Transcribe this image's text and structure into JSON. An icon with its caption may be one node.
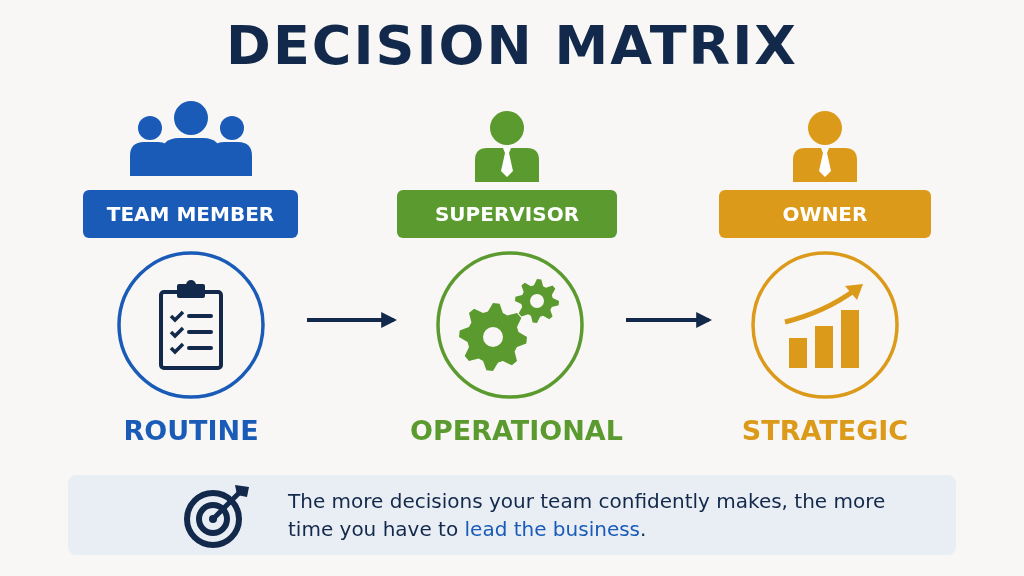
{
  "diagram": {
    "title": "DECISION MATRIX",
    "nodes": [
      {
        "text": [
          "TEAM MEMBER"
        ]
      },
      {
        "text": [
          "ROUTINE"
        ]
      },
      {
        "text": [
          "SUPERVISOR"
        ]
      },
      {
        "text": [
          "OPERATIONAL"
        ]
      },
      {
        "text": [
          "OWNER"
        ]
      },
      {
        "text": [
          "STRATEGIC"
        ]
      },
      {
        "text": [
          "The more decisions your team confidently makes, the more time you have to **lead the business**."
        ]
      }
    ],
    "edges": [
      {
        "from": 1,
        "to": 3,
        "arrow": "to"
      },
      {
        "from": 3,
        "to": 5,
        "arrow": "to"
      }
    ]
  }
}
